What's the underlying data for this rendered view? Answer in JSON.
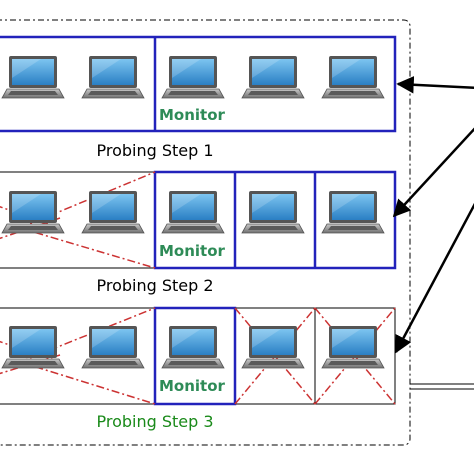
{
  "steps": [
    {
      "caption": "Probing Step 1",
      "caption_color": "#000000",
      "monitor_label": "Monitor"
    },
    {
      "caption": "Probing Step 2",
      "caption_color": "#000000",
      "monitor_label": "Monitor"
    },
    {
      "caption": "Probing Step 3",
      "caption_color": "#1a8a1a",
      "monitor_label": "Monitor"
    }
  ],
  "colors": {
    "monitor_box": "#2222bb",
    "probe_line": "#cc3333",
    "laptop_screen": "#3a9ad9",
    "laptop_body": "#8a8a8a",
    "monitor_text": "#2e8b57"
  },
  "icons": [
    "laptop-icon"
  ]
}
